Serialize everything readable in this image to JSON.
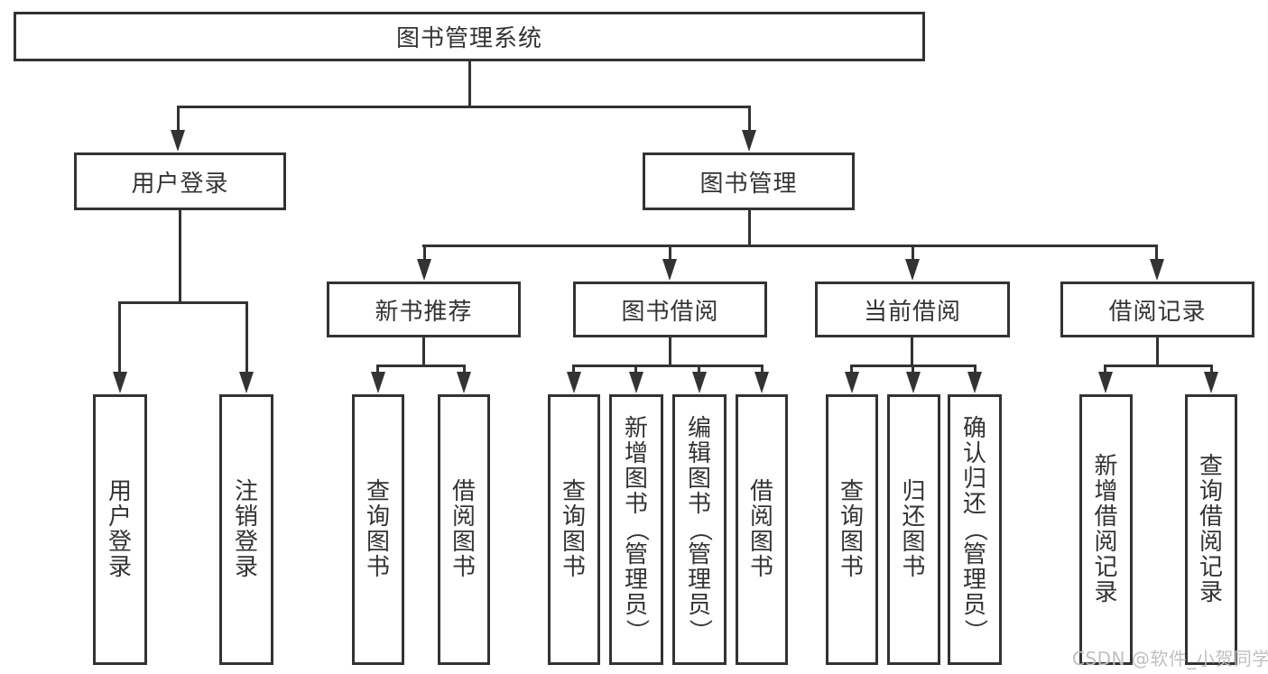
{
  "colors": {
    "line": "#333333",
    "text": "#333333",
    "background": "#ffffff",
    "watermark": "#c0c0c0"
  },
  "root": {
    "label": "图书管理系统"
  },
  "user_login": {
    "label": "用户登录",
    "children": [
      {
        "label": "用户登录"
      },
      {
        "label": "注销登录"
      }
    ]
  },
  "book_management": {
    "label": "图书管理",
    "children": [
      {
        "label": "新书推荐",
        "children": [
          {
            "label": "查询图书"
          },
          {
            "label": "借阅图书"
          }
        ]
      },
      {
        "label": "图书借阅",
        "children": [
          {
            "label": "查询图书"
          },
          {
            "label": "新增图书（管理员）"
          },
          {
            "label": "编辑图书（管理员）"
          },
          {
            "label": "借阅图书"
          }
        ]
      },
      {
        "label": "当前借阅",
        "children": [
          {
            "label": "查询图书"
          },
          {
            "label": "归还图书"
          },
          {
            "label": "确认归还（管理员）"
          }
        ]
      },
      {
        "label": "借阅记录",
        "children": [
          {
            "label": "新增借阅记录"
          },
          {
            "label": "查询借阅记录"
          }
        ]
      }
    ]
  },
  "watermark": {
    "text": "CSDN @软件_小贺同学"
  }
}
